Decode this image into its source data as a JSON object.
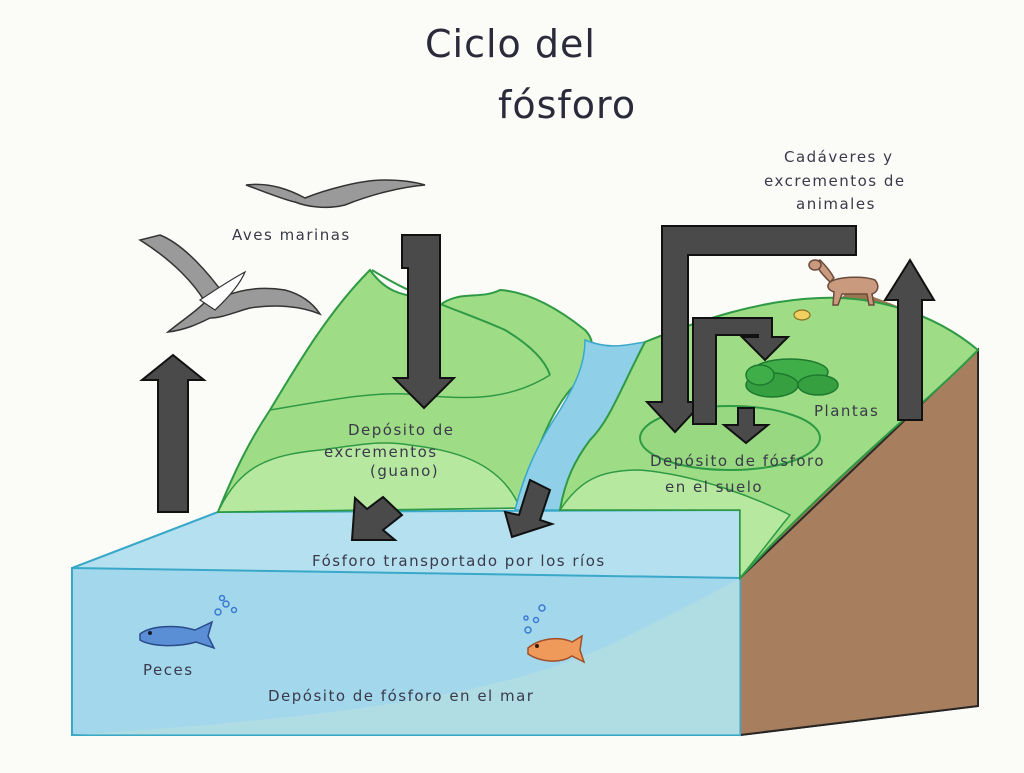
{
  "title": {
    "line1": "Ciclo del",
    "line2": "fósforo"
  },
  "labels": {
    "aves_marinas": "Aves marinas",
    "cadaveres_1": "Cadáveres y",
    "cadaveres_2": "excrementos de",
    "cadaveres_3": "animales",
    "plantas": "Plantas",
    "deposito_guano_1": "Depósito de",
    "deposito_guano_2": "excrementos",
    "deposito_guano_3": "(guano)",
    "deposito_suelo_1": "Depósito de fósforo",
    "deposito_suelo_2": "en el suelo",
    "transportado": "Fósforo transportado por los ríos",
    "peces": "Peces",
    "deposito_mar": "Depósito de fósforo en el mar"
  },
  "colors": {
    "sea": "#a9dcef",
    "sea_edge": "#3aa8c8",
    "land_green": "#8fd67a",
    "land_edge": "#2f9a44",
    "soil": "#a87d5a",
    "arrow": "#4a4a4a",
    "fish_blue": "#5a8fd6",
    "fish_orange": "#ef9a5a",
    "deer": "#c99a7e"
  }
}
